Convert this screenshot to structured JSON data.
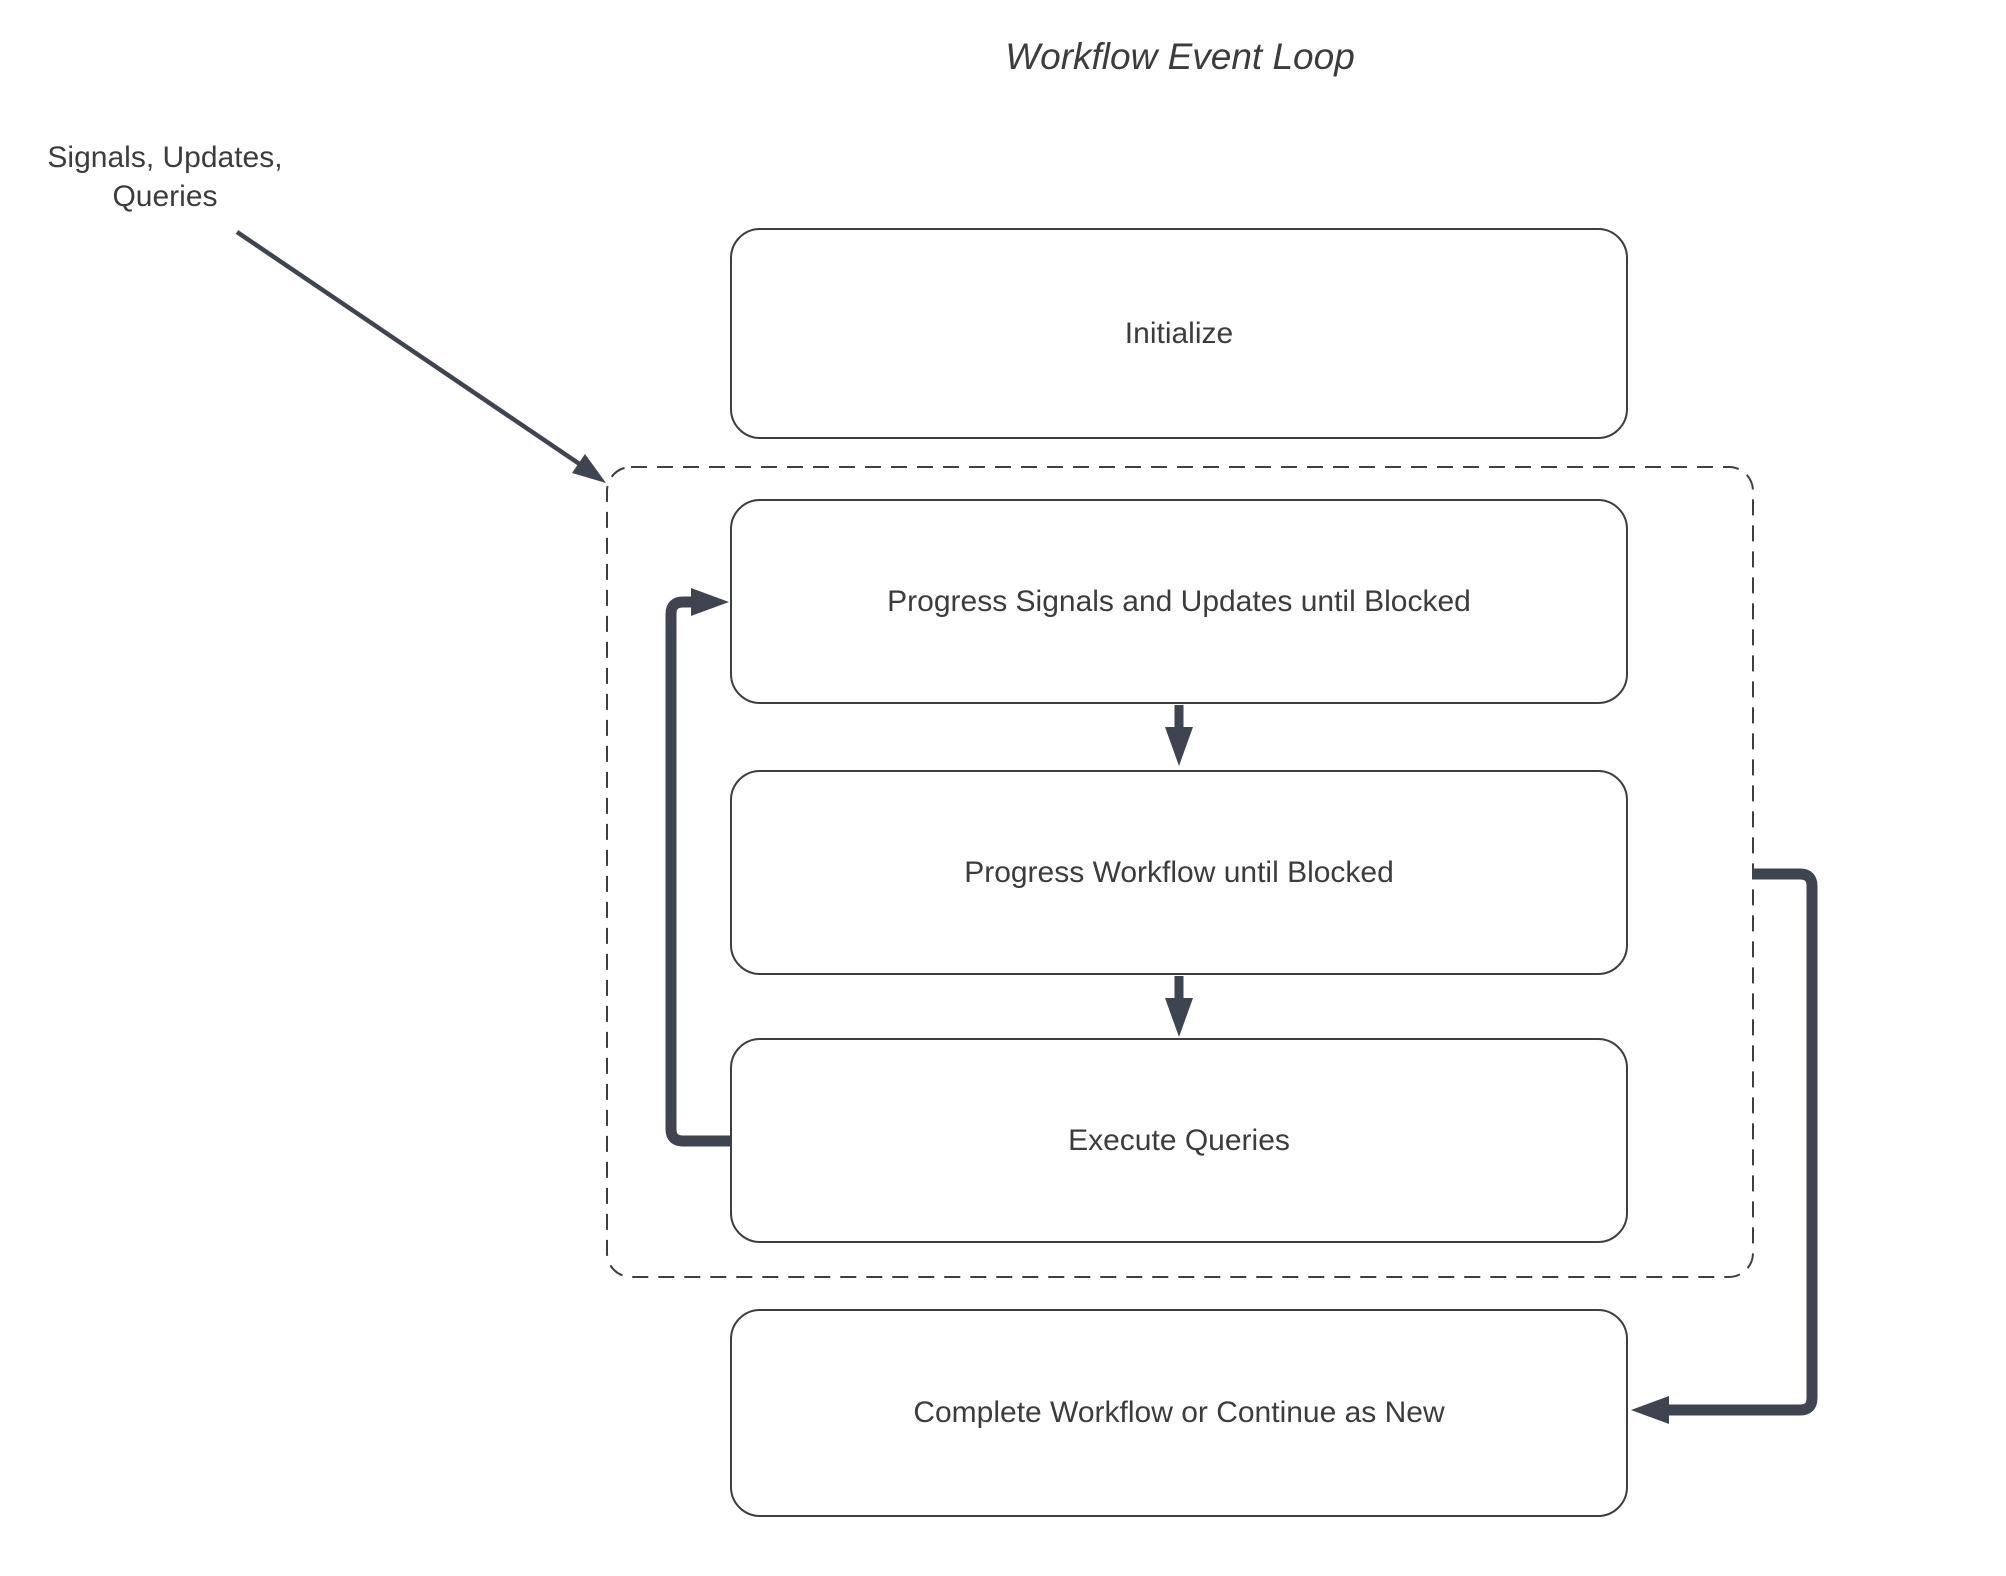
{
  "diagram": {
    "title": "Workflow Event Loop",
    "input_label": "Signals, Updates,\nQueries"
  },
  "nodes": {
    "initialize": {
      "label": "Initialize"
    },
    "progress_signals": {
      "label": "Progress Signals and Updates until Blocked"
    },
    "progress_workflow": {
      "label": "Progress Workflow until Blocked"
    },
    "execute_queries": {
      "label": "Execute Queries"
    },
    "complete_workflow": {
      "label": "Complete Workflow or Continue as New"
    }
  },
  "colors": {
    "accent": "#3E4450",
    "border": "#3E3E3E",
    "text": "#3C3C3C",
    "bg": "#FFFFFF"
  }
}
